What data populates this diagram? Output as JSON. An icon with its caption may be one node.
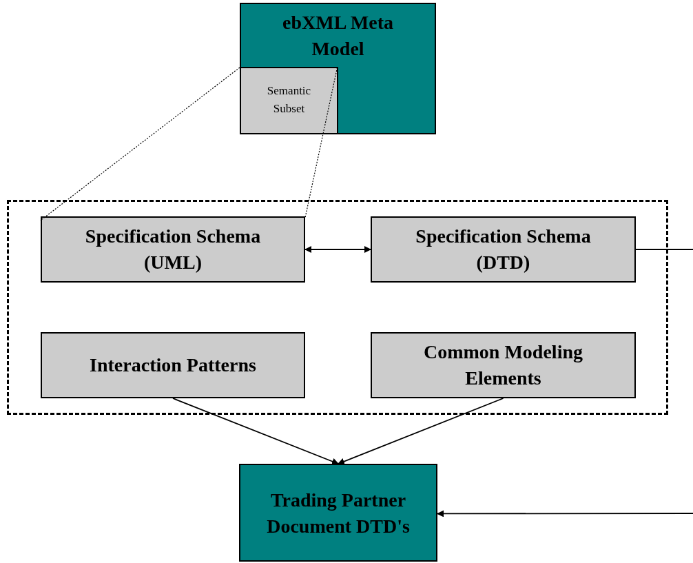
{
  "diagram": {
    "nodes": [
      {
        "text": [
          "ebXML Meta Model"
        ]
      },
      {
        "text": [
          "Semantic Subset"
        ],
        "in": 0
      },
      {
        "text": [],
        "shape": "box"
      },
      {
        "text": [
          "Specification Schema (UML)"
        ],
        "in": 2
      },
      {
        "text": [
          "Specification Schema (DTD)"
        ],
        "in": 2
      },
      {
        "text": [
          "Interaction Patterns"
        ],
        "in": 2
      },
      {
        "text": [
          "Common Modeling Elements"
        ],
        "in": 2
      },
      {
        "text": [
          "Trading Partner Document DTD's"
        ]
      }
    ],
    "edges": [
      {
        "from": 1,
        "to": 3,
        "arrow": "none",
        "style": "dashed"
      },
      {
        "from": 1,
        "to": 3,
        "arrow": "none",
        "style": "dashed"
      },
      {
        "from": 3,
        "to": 4,
        "arrow": "both"
      },
      {
        "from": 4,
        "to": null,
        "arrow": "none"
      },
      {
        "from": null,
        "to": 7,
        "arrow": "to"
      },
      {
        "from": 5,
        "to": 7,
        "arrow": "to"
      },
      {
        "from": 6,
        "to": 7,
        "arrow": "to"
      }
    ]
  }
}
